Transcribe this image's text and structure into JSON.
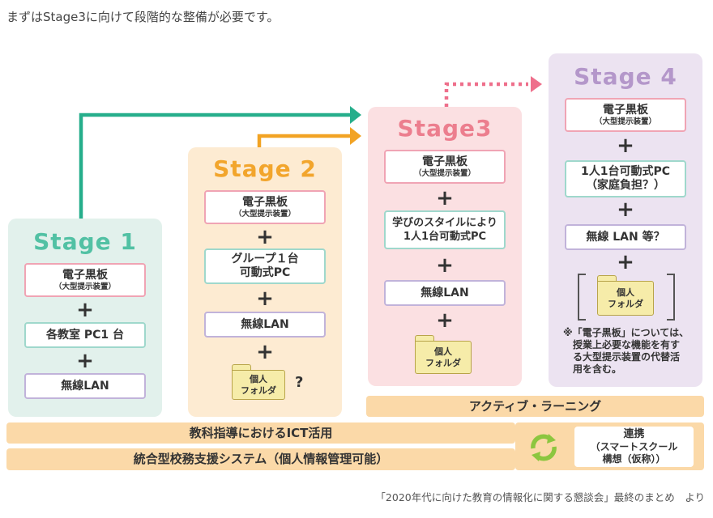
{
  "intro": "まずはStage3に向けて段階的な整備が必要です。",
  "stages": [
    {
      "title": "Stage 1",
      "items": [
        {
          "main": "電子黒板",
          "sub": "（大型提示装置）"
        },
        {
          "main": "各教室 PC1 台"
        },
        {
          "main": "無線LAN"
        }
      ]
    },
    {
      "title": "Stage 2",
      "items": [
        {
          "main": "電子黒板",
          "sub": "（大型提示装置）"
        },
        {
          "main": "グループ１台",
          "main2": "可動式PC"
        },
        {
          "main": "無線LAN"
        }
      ],
      "folder": [
        "個人",
        "フォルダ"
      ],
      "question": "?"
    },
    {
      "title": "Stage3",
      "items": [
        {
          "main": "電子黒板",
          "sub": "（大型提示装置）"
        },
        {
          "main": "学びのスタイルにより",
          "main2": "1人1台可動式PC"
        },
        {
          "main": "無線LAN"
        }
      ],
      "folder": [
        "個人",
        "フォルダ"
      ]
    },
    {
      "title": "Stage 4",
      "items": [
        {
          "main": "電子黒板",
          "sub": "（大型提示装置）"
        },
        {
          "main": "1人1台可動式PC",
          "main2": "（家庭負担？）"
        },
        {
          "main": "無線 LAN 等？"
        }
      ],
      "folder": [
        "個人",
        "フォルダ"
      ],
      "note": [
        "※「電子黒板」については、",
        "授業上必要な機能を有す",
        "る大型提示装置の代替活",
        "用を含む。"
      ]
    }
  ],
  "plus": "+",
  "bands": {
    "active_learning": "アクティブ・ラーニング",
    "ict": "教科指導におけるICT活用",
    "system": "統合型校務支援システム（個人情報管理可能）"
  },
  "linkage": {
    "title": "連携",
    "line1": "（スマートスクール",
    "line2": "構想（仮称））"
  },
  "caption": "「2020年代に向けた教育の情報化に関する懇談会」最終のまとめ　より",
  "colors": {
    "stage1_bg": "#e2f1ec",
    "stage1_title": "#52c1a4",
    "stage2_bg": "#fdebd2",
    "stage2_title": "#f2a52c",
    "stage3_bg": "#fbe0e2",
    "stage3_title": "#ec7e8e",
    "stage4_bg": "#ece3f1",
    "stage4_title": "#b497ca",
    "arrow_teal": "#26ae8b",
    "arrow_orange": "#f2a324",
    "arrow_pink": "#ee6f8b",
    "band": "#fbd9a8"
  }
}
